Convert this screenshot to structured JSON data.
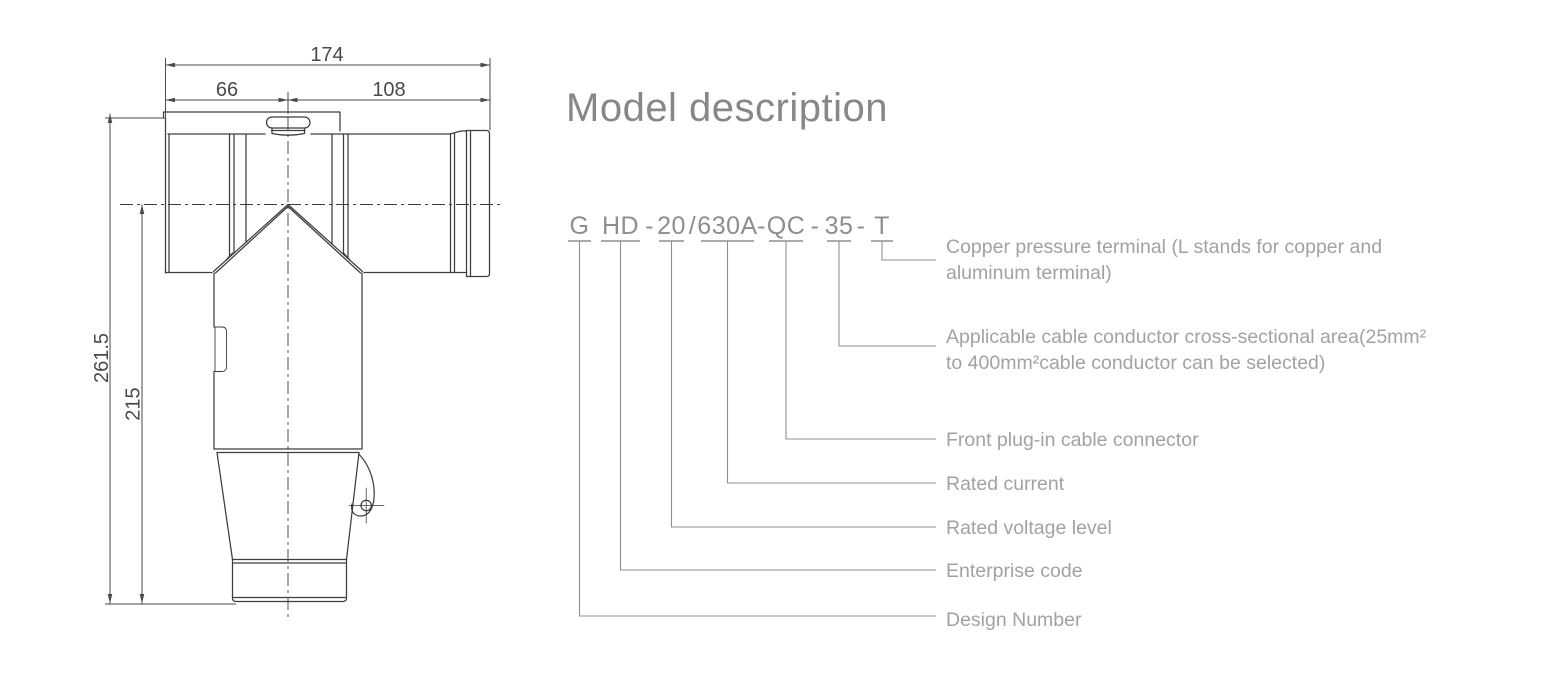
{
  "title": "Model description",
  "drawing": {
    "dims": {
      "total_width": "174",
      "left_width": "66",
      "right_width": "108",
      "total_height": "261.5",
      "body_height": "215"
    }
  },
  "model_code": {
    "full": "G HD-20/630A-QC-35-T",
    "segments": [
      "G",
      "HD",
      "20",
      "630A",
      "QC",
      "35",
      "T"
    ],
    "separators": [
      "-",
      "/",
      "-",
      "-",
      "-"
    ]
  },
  "legend": [
    {
      "lines": [
        "Copper pressure terminal (L stands for copper and",
        "aluminum terminal)"
      ]
    },
    {
      "lines": [
        "Applicable cable conductor cross-sectional area(25mm²",
        "to 400mm²cable conductor can be selected)"
      ]
    },
    {
      "lines": [
        "Front plug-in cable connector"
      ]
    },
    {
      "lines": [
        "Rated current"
      ]
    },
    {
      "lines": [
        "Rated voltage level"
      ]
    },
    {
      "lines": [
        "Enterprise code"
      ]
    },
    {
      "lines": [
        "Design Number"
      ]
    }
  ],
  "colors": {
    "background": "#ffffff",
    "drawing_line": "#3d3d3d",
    "dimension_text": "#4a4a4a",
    "code_text": "#8e8e8e",
    "tree_line": "#8f8f8f",
    "legend_text": "#a2a2a2",
    "title_text": "#878787"
  }
}
